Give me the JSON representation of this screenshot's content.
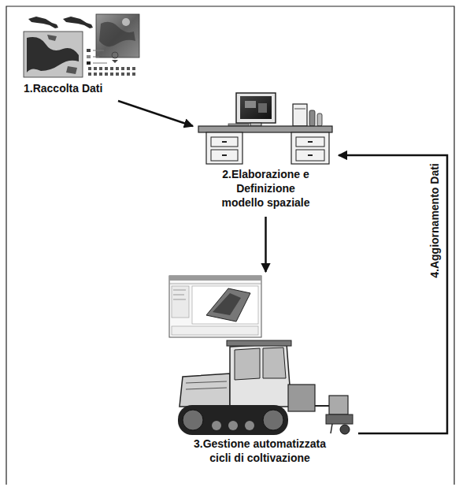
{
  "diagram": {
    "nodes": [
      {
        "text": [
          "1.Raccolta Dati"
        ]
      },
      {
        "text": [
          "2.Elaborazione e Definizione modello spaziale"
        ]
      },
      {
        "text": [
          "3.Gestione automatizzata cicli di coltivazione"
        ]
      }
    ],
    "edges": [
      {
        "from": 0,
        "to": 1,
        "arrow": "to"
      },
      {
        "from": 1,
        "to": 2,
        "arrow": "to"
      },
      {
        "from": 2,
        "to": 1,
        "arrow": "to",
        "label": "4.Aggiornamento Dati"
      }
    ]
  }
}
